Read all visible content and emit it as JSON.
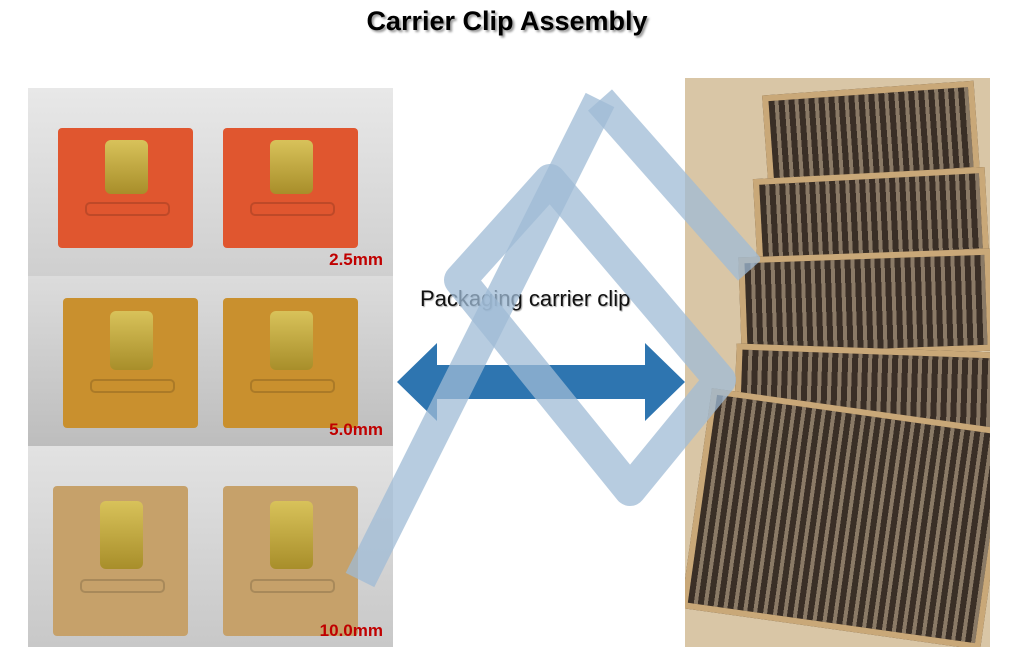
{
  "title": "Carrier Clip Assembly",
  "photos": [
    {
      "label": "2.5mm",
      "color": "#e0562f"
    },
    {
      "label": "5.0mm",
      "color": "#c9902e"
    },
    {
      "label": "10.0mm",
      "color": "#c6a16a"
    }
  ],
  "caption": "Packaging carrier clip",
  "colors": {
    "arrow": "#2e75b0",
    "watermark": "#9fbbd6",
    "size_label": "#c00000"
  }
}
